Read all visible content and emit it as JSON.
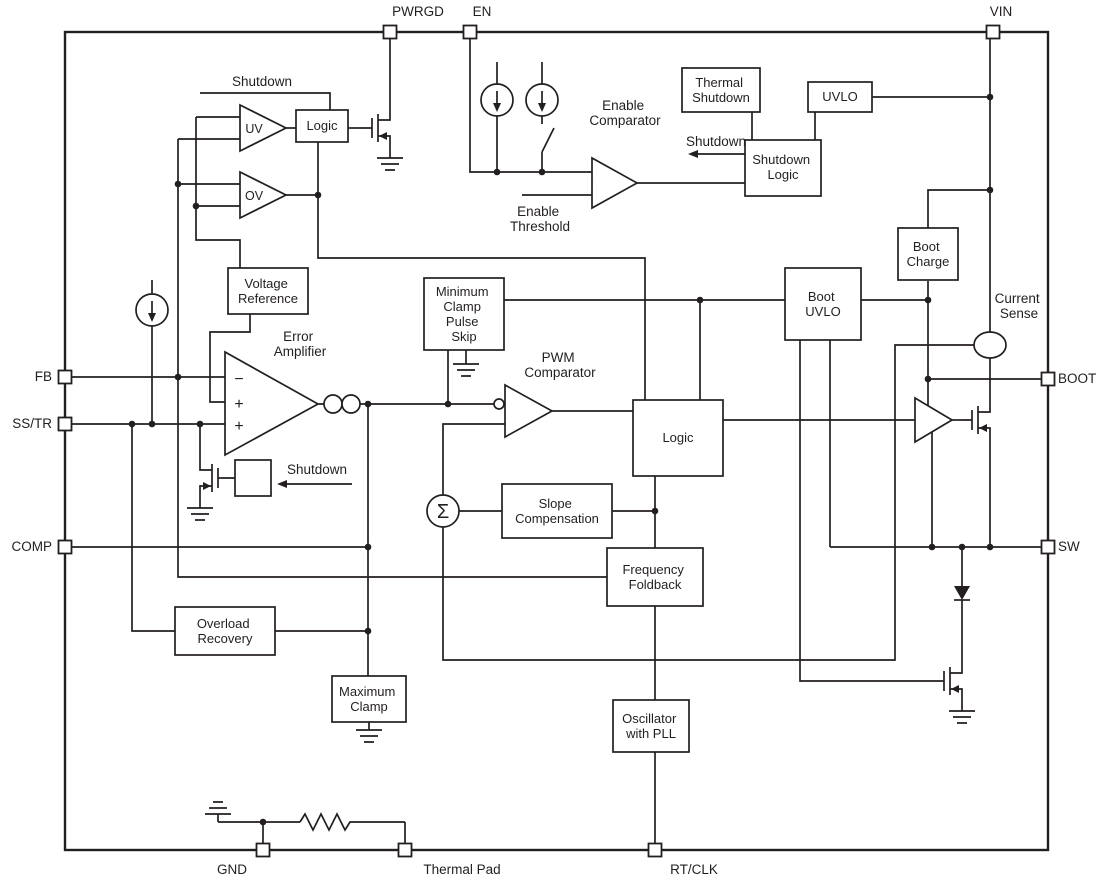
{
  "pins": {
    "pwrgd": "PWRGD",
    "en": "EN",
    "vin": "VIN",
    "fb": "FB",
    "sstr": "SS/TR",
    "comp": "COMP",
    "boot": "BOOT",
    "sw": "SW",
    "gnd": "GND",
    "thermal_pad": "Thermal Pad",
    "rtclk": "RT/CLK"
  },
  "blocks": {
    "pwrgd_logic": [
      "Logic"
    ],
    "thermal_shutdown": [
      "Thermal",
      "Shutdown"
    ],
    "uvlo": [
      "UVLO"
    ],
    "shutdown_logic": [
      "Shutdown",
      "Logic"
    ],
    "voltage_reference": [
      "Voltage",
      "Reference"
    ],
    "minimum_clamp": [
      "Minimum",
      "Clamp",
      "Pulse",
      "Skip"
    ],
    "boot_uvlo": [
      "Boot",
      "UVLO"
    ],
    "boot_charge": [
      "Boot",
      "Charge"
    ],
    "main_logic": [
      "Logic"
    ],
    "slope_compensation": [
      "Slope",
      "Compensation"
    ],
    "frequency_foldback": [
      "Frequency",
      "Foldback"
    ],
    "overload_recovery": [
      "Overload",
      "Recovery"
    ],
    "maximum_clamp": [
      "Maximum",
      "Clamp"
    ],
    "oscillator_pll": [
      "Oscillator",
      "with PLL"
    ]
  },
  "comparators": {
    "uv": "UV",
    "ov": "OV"
  },
  "labels": {
    "shutdown_pwrgd": "Shutdown",
    "enable_comparator": [
      "Enable",
      "Comparator"
    ],
    "shutdown_broadcast": "Shutdown",
    "enable_threshold": [
      "Enable",
      "Threshold"
    ],
    "error_amplifier": [
      "Error",
      "Amplifier"
    ],
    "pwm_comparator": [
      "PWM",
      "Comparator"
    ],
    "current_sense": [
      "Current",
      "Sense"
    ],
    "shutdown_softstart": "Shutdown",
    "sigma": "Σ",
    "minus": "−",
    "plus": "+"
  },
  "colors": {
    "line": "#231f20",
    "background": "#ffffff"
  }
}
